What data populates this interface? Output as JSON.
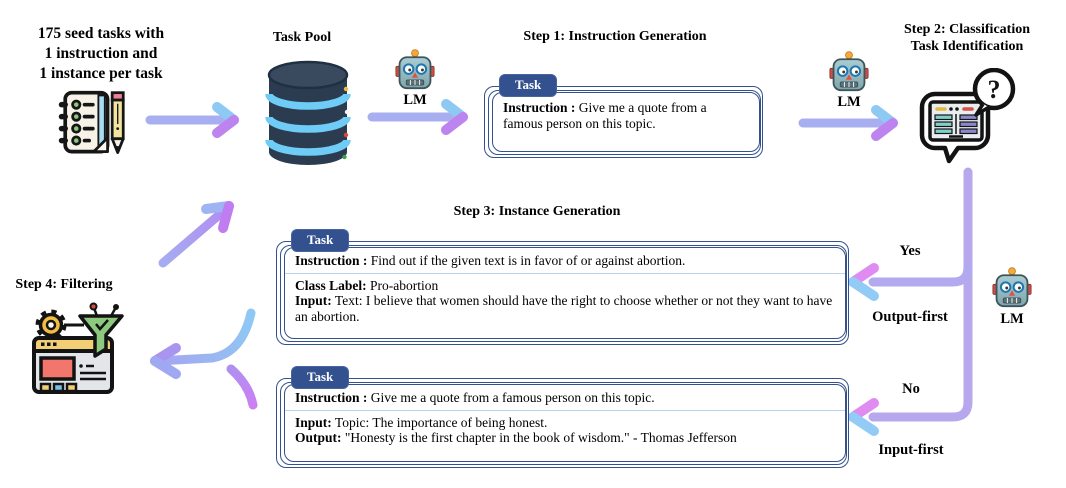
{
  "colors": {
    "card_border": "#33518E",
    "tab_background": "#33518E",
    "divider": "#B9D3E8",
    "arrow_lavender": "#A8AFF0",
    "arrow_blue": "#8EC9F4",
    "arrow_purple": "#BD84F0",
    "vertical_line": "#B7A8EE"
  },
  "seed": {
    "text": "175 seed tasks with\n1 instruction and\n1 instance per task"
  },
  "task_pool": {
    "title": "Task Pool"
  },
  "lm_label": "LM",
  "steps": {
    "step1": {
      "title": "Step 1: Instruction Generation"
    },
    "step2": {
      "title": "Step 2: Classification\nTask Identification"
    },
    "step3": {
      "title": "Step 3: Instance Generation"
    },
    "step4": {
      "title": "Step 4: Filtering"
    }
  },
  "cards": {
    "tab_label": "Task",
    "step1_card": {
      "instruction_label": "Instruction :",
      "instruction_text": "Give me a quote from a famous person on this topic."
    },
    "step3_card_classification": {
      "instruction_label": "Instruction :",
      "instruction_text": "Find out if the given text is in favor of or against abortion.",
      "class_label_label": "Class Label:",
      "class_label_text": "Pro-abortion",
      "input_label": "Input:",
      "input_text": "Text: I believe that women should have the right to choose whether or not they want to have an abortion."
    },
    "step3_card_generation": {
      "instruction_label": "Instruction :",
      "instruction_text": "Give me a quote from a famous person on this topic.",
      "input_label": "Input:",
      "input_text": "Topic: The importance of being honest.",
      "output_label": "Output:",
      "output_text": "\"Honesty is the first chapter in the book of wisdom.\" - Thomas Jefferson"
    }
  },
  "branches": {
    "yes": "Yes",
    "output_first": "Output-first",
    "no": "No",
    "input_first": "Input-first"
  },
  "icons": [
    "memo-icon",
    "database-icon",
    "robot-icon",
    "classification-question-icon",
    "filter-browser-icon"
  ]
}
